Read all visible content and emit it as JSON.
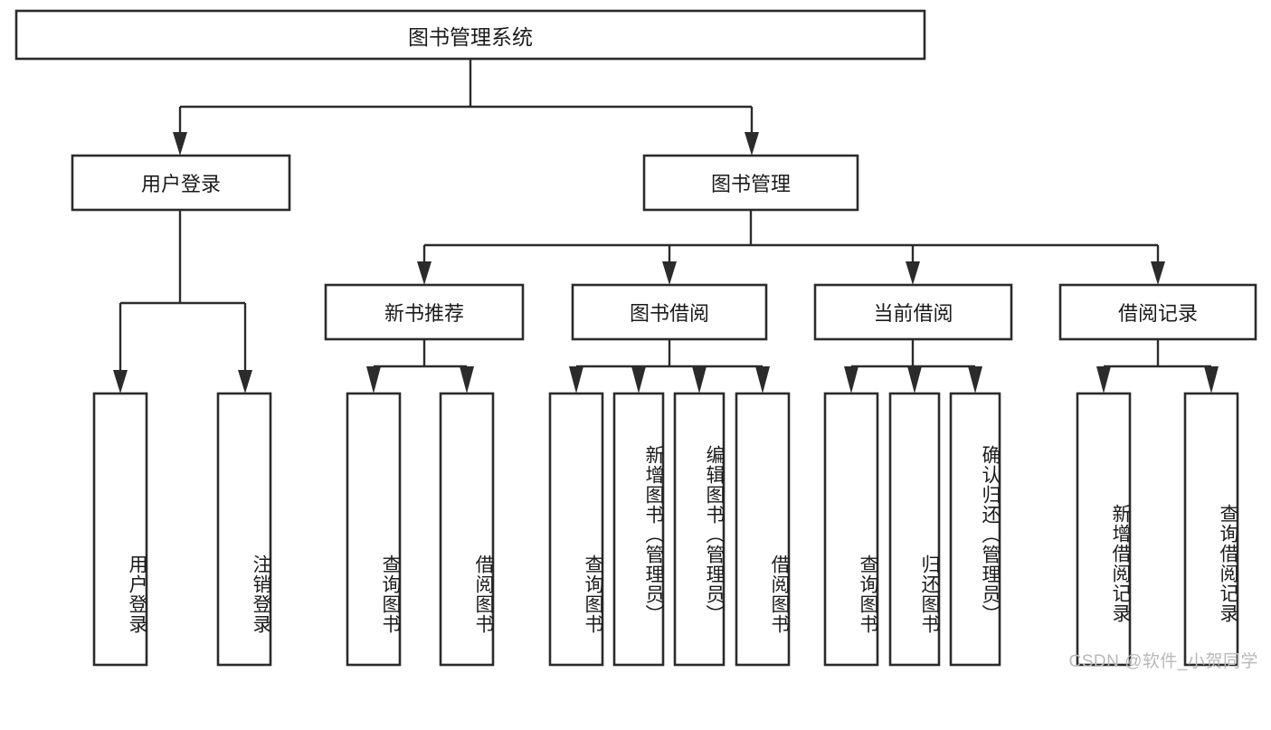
{
  "diagram": {
    "type": "tree-hierarchy",
    "title": "图书管理系统",
    "watermark": "CSDN @软件_小贺同学",
    "colors": {
      "stroke": "#2b2b2b",
      "box_fill": "#ffffff",
      "background": "#ffffff",
      "text": "#1b1b1b",
      "watermark": "#b9b9b9"
    },
    "levels": {
      "root": {
        "label": "图书管理系统"
      },
      "level2": [
        {
          "label": "用户登录"
        },
        {
          "label": "图书管理"
        }
      ],
      "level3": [
        {
          "label": "新书推荐"
        },
        {
          "label": "图书借阅"
        },
        {
          "label": "当前借阅"
        },
        {
          "label": "借阅记录"
        }
      ],
      "leaves": {
        "user_login": [
          {
            "label": "用户登录"
          },
          {
            "label": "注销登录"
          }
        ],
        "new_book_recommend": [
          {
            "label": "查询图书"
          },
          {
            "label": "借阅图书"
          }
        ],
        "book_borrow": [
          {
            "label": "查询图书"
          },
          {
            "label": "新增图书（管理员）"
          },
          {
            "label": "编辑图书（管理员）"
          },
          {
            "label": "借阅图书"
          }
        ],
        "current_borrow": [
          {
            "label": "查询图书"
          },
          {
            "label": "归还图书"
          },
          {
            "label": "确认归还（管理员）"
          }
        ],
        "borrow_record": [
          {
            "label": "新增借阅记录"
          },
          {
            "label": "查询借阅记录"
          }
        ]
      }
    }
  }
}
